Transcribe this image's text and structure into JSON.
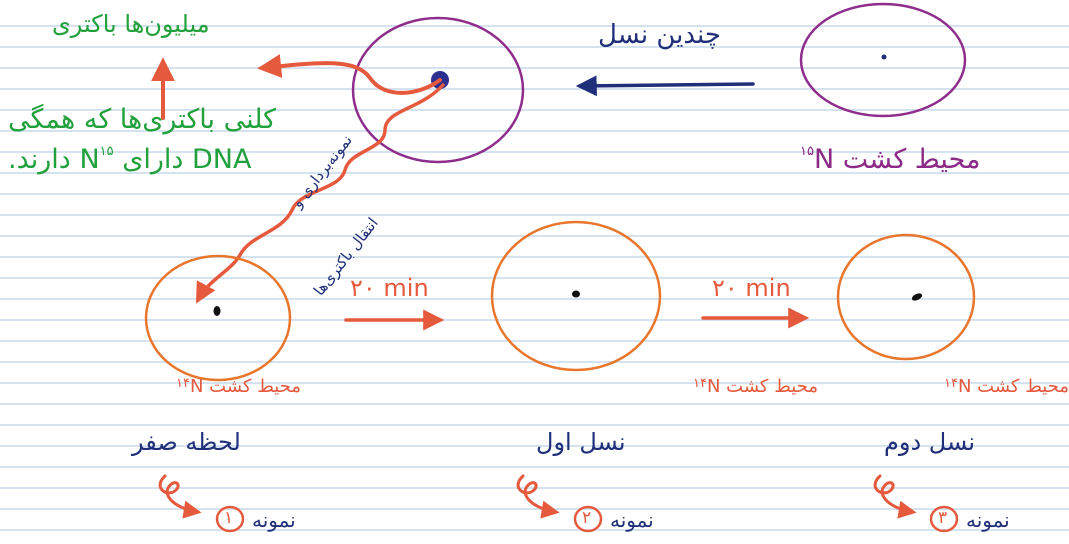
{
  "colors": {
    "purple_circle": "#8e2d8c",
    "orange_circle": "#e8762c",
    "blue_arrow": "#1f2f7a",
    "red_arrow": "#e5593d",
    "green_text": "#21a03c"
  },
  "top": {
    "millions_label": "میلیون‌ها باکتری",
    "generations_label": "چندین نسل",
    "colony_line1": "کلنی باکتری‌ها که همگی",
    "colony_line2_prefix": "DNA دارای",
    "colony_line2_N": "N",
    "colony_line2_sup": "۱۵",
    "colony_line2_suffix": "دارند.",
    "medium15_text": "محیط کشت",
    "medium15_N": "N",
    "medium15_sup": "۱۵",
    "transfer_line1": "نمونه‌برداری و",
    "transfer_line2": "انتقال باکتری‌ها"
  },
  "steps": {
    "time1": "۲۰ min",
    "time2": "۲۰ min"
  },
  "media": [
    {
      "text": "محیط کشت",
      "N": "N",
      "sup": "۱۴"
    },
    {
      "text": "محیط کشت",
      "N": "N",
      "sup": "۱۴"
    },
    {
      "text": "محیط کشت",
      "N": "N",
      "sup": "۱۴"
    }
  ],
  "stages": [
    {
      "label": "لحظه صفر",
      "sample_text": "نمونه",
      "sample_num": "۱"
    },
    {
      "label": "نسل اول",
      "sample_text": "نمونه",
      "sample_num": "۲"
    },
    {
      "label": "نسل دوم",
      "sample_text": "نمونه",
      "sample_num": "۳"
    }
  ]
}
